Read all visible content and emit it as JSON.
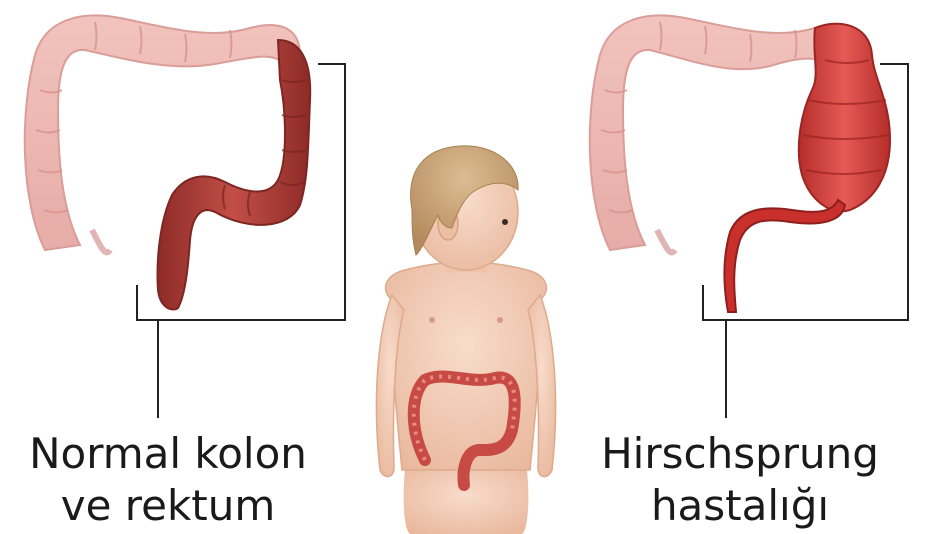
{
  "labels": {
    "left_line1": "Normal kolon",
    "left_line2": "ve rektum",
    "right_line1": "Hirschsprung",
    "right_line2": "hastalığı"
  },
  "colors": {
    "colon_faded": "#e8a9a4",
    "colon_highlight": "#a83a34",
    "colon_diseased": "#cf3f3b",
    "skin": "#f3cdb6",
    "hair": "#c9a47a",
    "bracket": "#222222"
  }
}
